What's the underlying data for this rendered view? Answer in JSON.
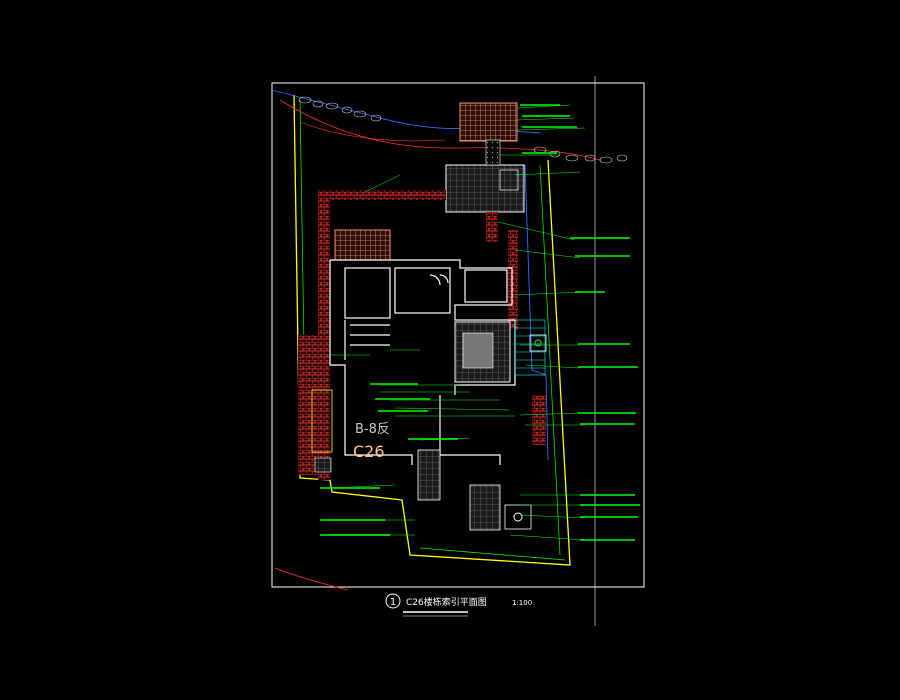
{
  "drawing": {
    "block_label": "B-8反",
    "unit_label": "C26",
    "title_number": "1",
    "title_text": "C26楼栋索引平面图",
    "scale_text": "1:100"
  },
  "colors": {
    "background": "#000000",
    "frame": "#ffffff",
    "boundary": "#ffff00",
    "walls": "#ffffff",
    "paving": "#ff3b3b",
    "leaders": "#00ff00",
    "water": "#2f6bff",
    "unit_label": "#ffc58a",
    "block_label": "#c8c8c8"
  }
}
